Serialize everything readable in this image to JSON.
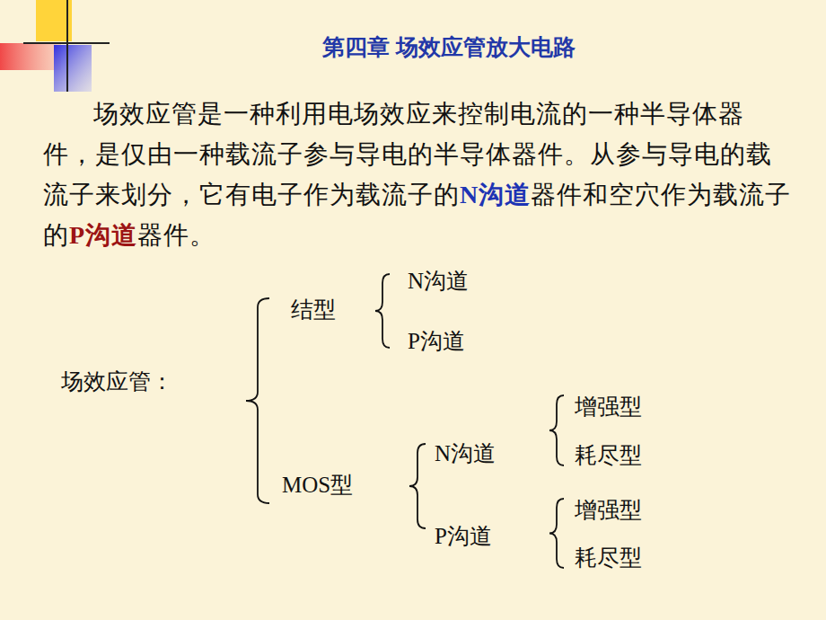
{
  "diagram": {
    "title": "第四章  场效应管放大电路",
    "labels": [
      "场效应管是一种利用电场效应来控制电流的一种半导体器件，是仅由一种载流子参与导电的半导体器件。从参与导电的载流子来划分，它有电子作为载流子的",
      "N沟道",
      "器件和空穴作为载流子的",
      "P沟道",
      "器件。",
      "场效应管：",
      "结型",
      "N沟道",
      "P沟道",
      "MOS型",
      "N沟道",
      "增强型",
      "耗尽型",
      "P沟道",
      "增强型",
      "耗尽型"
    ]
  }
}
